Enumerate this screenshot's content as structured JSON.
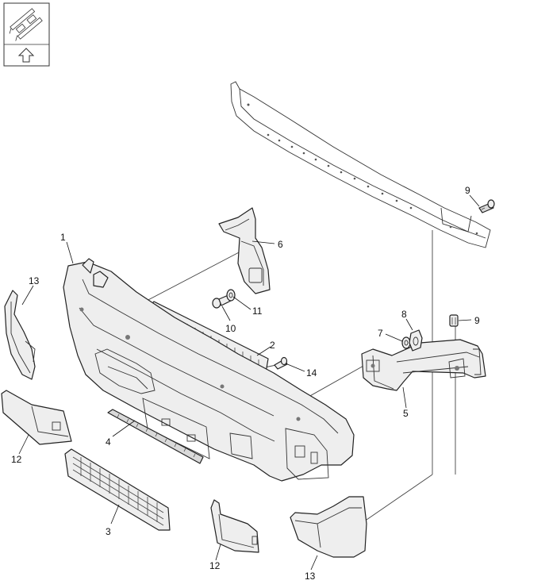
{
  "diagram": {
    "callouts": [
      {
        "id": "c1",
        "label": "1"
      },
      {
        "id": "c2",
        "label": "2"
      },
      {
        "id": "c3",
        "label": "3"
      },
      {
        "id": "c4",
        "label": "4"
      },
      {
        "id": "c5",
        "label": "5"
      },
      {
        "id": "c6",
        "label": "6"
      },
      {
        "id": "c7",
        "label": "7"
      },
      {
        "id": "c8",
        "label": "8"
      },
      {
        "id": "c9a",
        "label": "9"
      },
      {
        "id": "c9b",
        "label": "9"
      },
      {
        "id": "c10",
        "label": "10"
      },
      {
        "id": "c11",
        "label": "11"
      },
      {
        "id": "c12a",
        "label": "12"
      },
      {
        "id": "c12b",
        "label": "12"
      },
      {
        "id": "c13a",
        "label": "13"
      },
      {
        "id": "c13b",
        "label": "13"
      },
      {
        "id": "c14",
        "label": "14"
      }
    ]
  },
  "colors": {
    "part_fill": "#eeeeee",
    "line": "#222222",
    "background": "#ffffff"
  },
  "icons": {
    "orientation": "vehicle-orientation-icon",
    "direction": "up-arrow-icon"
  }
}
